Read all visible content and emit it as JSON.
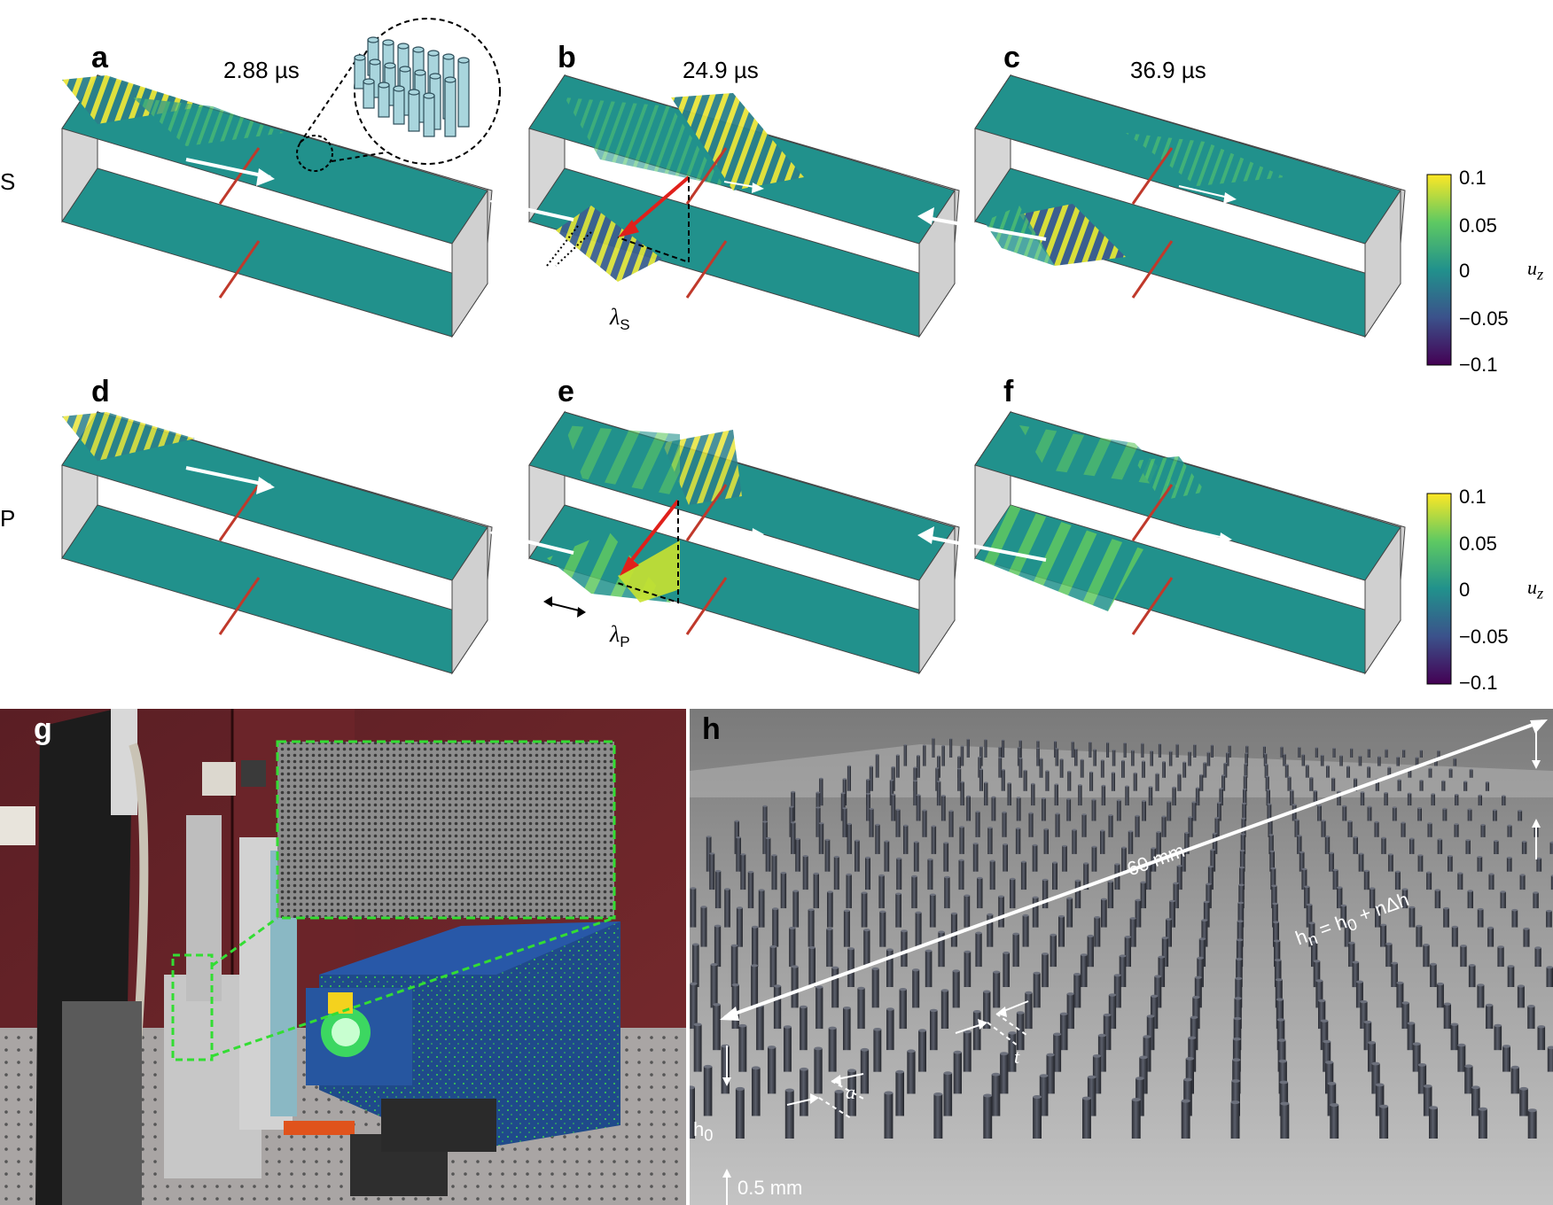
{
  "panels": {
    "a": {
      "label": "a",
      "time": "2.88 µs"
    },
    "b": {
      "label": "b",
      "time": "24.9 µs"
    },
    "c": {
      "label": "c",
      "time": "36.9 µs"
    },
    "d": {
      "label": "d"
    },
    "e": {
      "label": "e"
    },
    "f": {
      "label": "f"
    },
    "g": {
      "label": "g"
    },
    "h": {
      "label": "h"
    }
  },
  "rows": {
    "s": "S",
    "p": "P"
  },
  "wavelength_labels": {
    "s_lambda": "λ",
    "s_sub": "S",
    "p_lambda": "λ",
    "p_sub": "P"
  },
  "colorbar": {
    "ticks": [
      "0.1",
      "0.05",
      "0",
      "−0.05",
      "−0.1"
    ],
    "variable": "u",
    "variable_sub": "z",
    "colors": [
      "#fde725",
      "#5ec962",
      "#21918c",
      "#3b528b",
      "#440154"
    ]
  },
  "render_h": {
    "length": "60 mm",
    "height_formula_h": "h",
    "height_formula_n": "n",
    "height_formula_rest": " = h",
    "height_formula_0": "0",
    "height_formula_tail": " + nΔh",
    "spacing": "a",
    "thickness": "t",
    "h0": "h",
    "h0_sub": "0",
    "base": "0.5 mm"
  },
  "colors": {
    "field_base": "#21918c",
    "wall": "#cfcfcf",
    "interface": "#c0392b",
    "arrow_red": "#e0201b",
    "inset_green": "#33dd33"
  }
}
